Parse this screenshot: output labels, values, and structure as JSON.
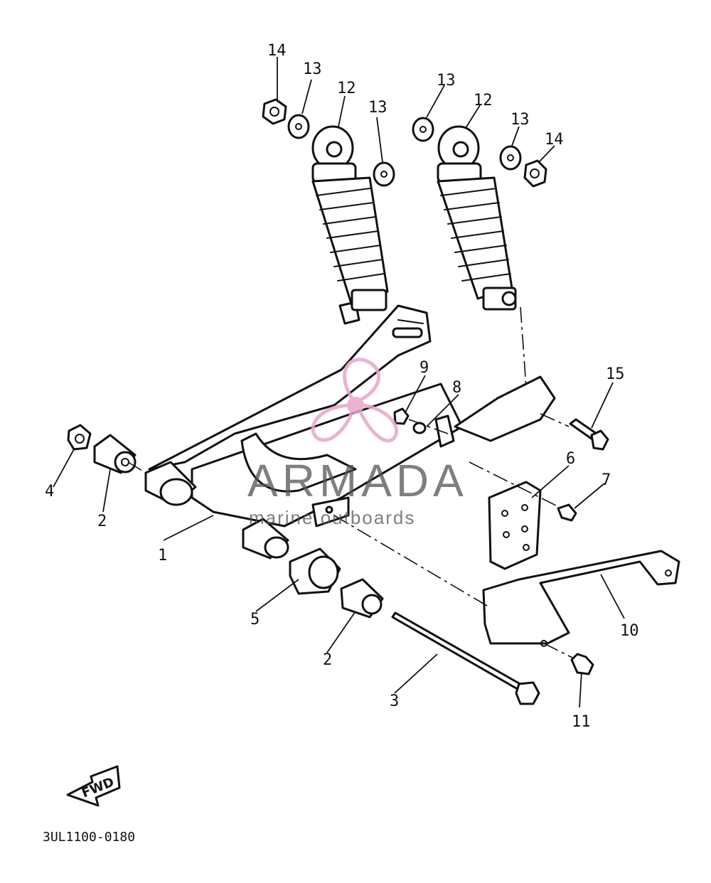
{
  "diagram": {
    "part_code": "3UL1100-0180",
    "direction_label": "FWD",
    "watermark": {
      "brand": "ARMADA",
      "tagline": "marine outboards"
    },
    "callouts": [
      "1",
      "2",
      "2",
      "3",
      "4",
      "5",
      "6",
      "7",
      "8",
      "9",
      "10",
      "11",
      "12",
      "12",
      "13",
      "13",
      "13",
      "13",
      "14",
      "14",
      "15"
    ]
  },
  "colors": {
    "line": "#111111",
    "watermark_logo": "#e8a6c8",
    "watermark_text": "#555555"
  }
}
